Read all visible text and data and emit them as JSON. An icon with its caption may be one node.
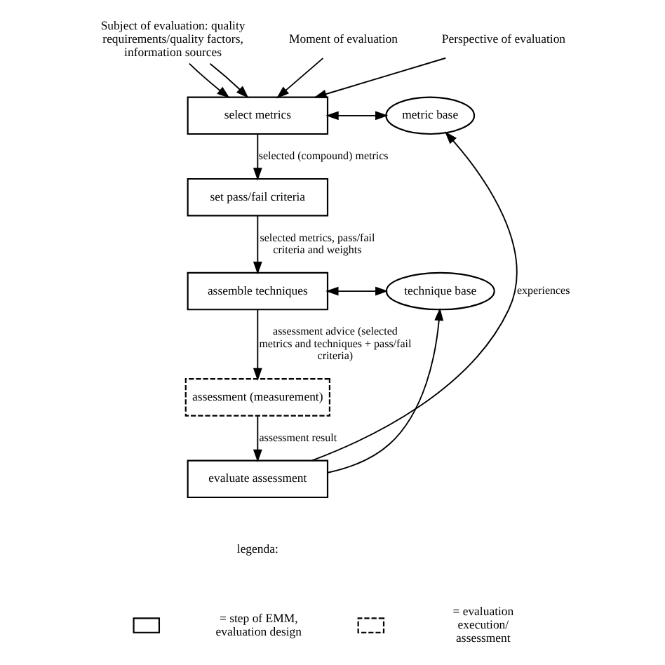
{
  "diagram": {
    "nodes": [
      {
        "text": [
          "Subject of evaluation: quality requirements/quality factors, information sources"
        ]
      },
      {
        "text": [
          "Moment of evaluation"
        ]
      },
      {
        "text": [
          "Perspective of evaluation"
        ]
      },
      {
        "text": [
          "select metrics"
        ]
      },
      {
        "text": [
          "metric base"
        ]
      },
      {
        "text": [
          "set pass/fail criteria"
        ]
      },
      {
        "text": [
          "assemble techniques"
        ]
      },
      {
        "text": [
          "technique base"
        ]
      },
      {
        "text": [
          "assessment (measurement)"
        ]
      },
      {
        "text": [
          "evaluate assessment"
        ]
      }
    ],
    "edges": [
      {
        "from": 0,
        "to": 3,
        "arrow": "to"
      },
      {
        "from": 0,
        "to": 3,
        "arrow": "to"
      },
      {
        "from": 1,
        "to": 3,
        "arrow": "to"
      },
      {
        "from": 2,
        "to": 3,
        "arrow": "to"
      },
      {
        "from": 3,
        "to": 4,
        "arrow": "both"
      },
      {
        "from": 3,
        "to": 5,
        "arrow": "to",
        "label": "selected (compound) metrics"
      },
      {
        "from": 5,
        "to": 6,
        "arrow": "to",
        "label": "selected metrics, pass/fail criteria and weights"
      },
      {
        "from": 6,
        "to": 7,
        "arrow": "both"
      },
      {
        "from": 6,
        "to": 8,
        "arrow": "to",
        "label": "assessment advice (selected metrics and techniques + pass/fail criteria)"
      },
      {
        "from": 8,
        "to": 9,
        "arrow": "to",
        "label": "assessment result"
      },
      {
        "from": 9,
        "to": 4,
        "arrow": "to",
        "label": "experiences"
      },
      {
        "from": 9,
        "to": 7,
        "arrow": "to"
      }
    ],
    "labels": [
      "legenda:"
    ],
    "legend": [
      {
        "text": "= step of EMM, evaluation design"
      },
      {
        "text": "= evaluation execution/ assessment"
      }
    ]
  }
}
